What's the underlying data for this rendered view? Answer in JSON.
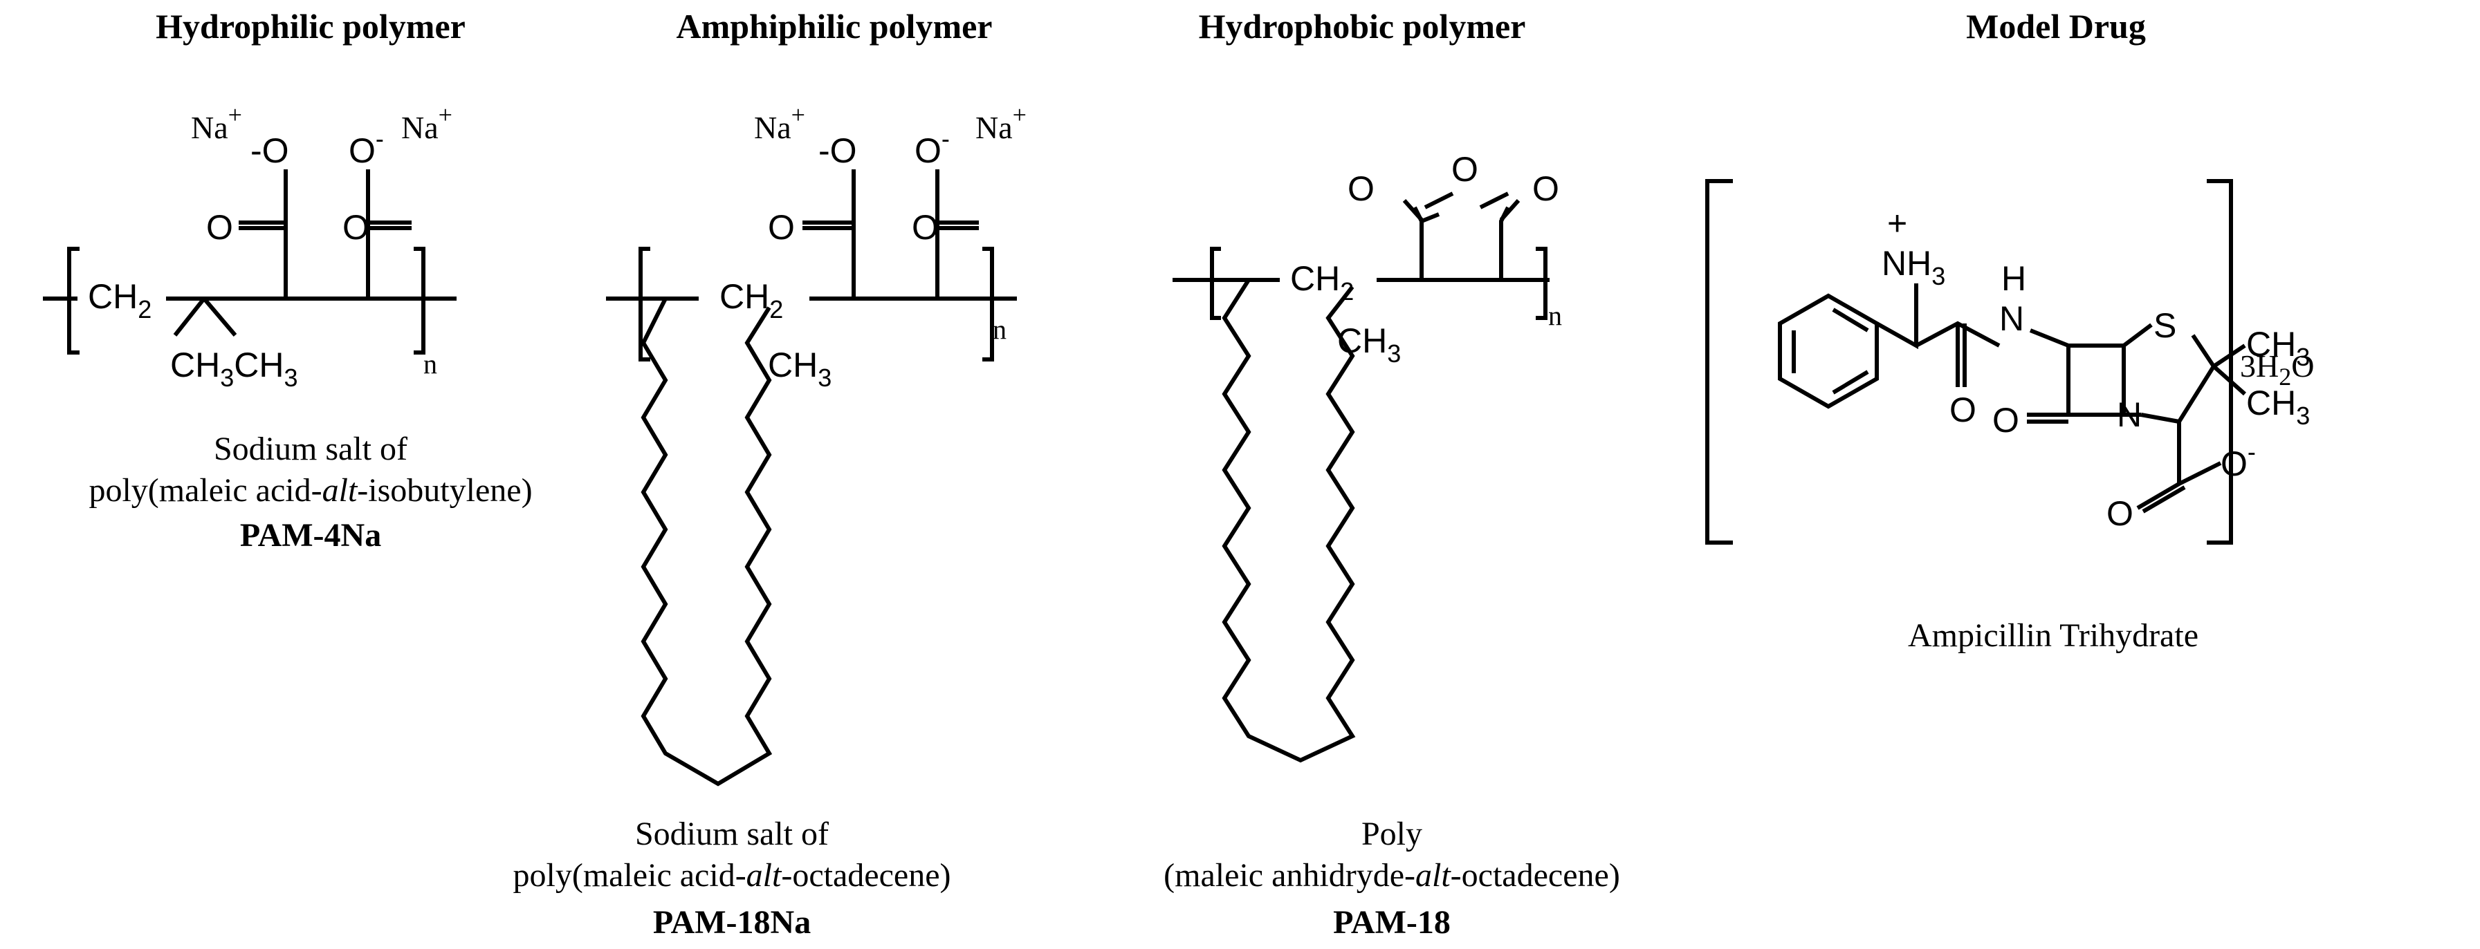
{
  "headers": {
    "hydrophilic": "Hydrophilic polymer",
    "amphiphilic": "Amphiphilic polymer",
    "hydrophobic": "Hydrophobic polymer",
    "model_drug": "Model Drug"
  },
  "pam4na": {
    "na_left": "Na",
    "o_minus_left": "-O",
    "o_minus_right": "O",
    "na_right": "Na",
    "charge_plus": "+",
    "charge_minus": "-",
    "carbonyl_o": "O",
    "ch2": "CH",
    "sub2": "2",
    "ch3ch3": "CH",
    "sub3": "3",
    "repeat_n": "n",
    "caption_line1": "Sodium salt of",
    "caption_line2_a": "poly(maleic acid-",
    "caption_line2_alt": "alt",
    "caption_line2_b": "-isobutylene)",
    "code": "PAM-4Na"
  },
  "pam18na": {
    "na_left": "Na",
    "o_minus_left": "-O",
    "o_minus_right": "O",
    "na_right": "Na",
    "charge_plus": "+",
    "charge_minus": "-",
    "carbonyl_o": "O",
    "ch2": "CH",
    "sub2": "2",
    "ch3": "CH",
    "sub3": "3",
    "repeat_n": "n",
    "caption_line1": "Sodium salt of",
    "caption_line2_a": "poly(maleic acid-",
    "caption_line2_alt": "alt",
    "caption_line2_b": "-octadecene)",
    "code": "PAM-18Na"
  },
  "pam18": {
    "ring_o": "O",
    "carbonyl_o": "O",
    "ch2": "CH",
    "sub2": "2",
    "ch3": "CH",
    "sub3": "3",
    "repeat_n": "n",
    "caption_line1": "Poly",
    "caption_line2_a": "(maleic anhidryde-",
    "caption_line2_alt": "alt",
    "caption_line2_b": "-octadecene)",
    "code": "PAM-18"
  },
  "drug": {
    "charge_plus": "+",
    "charge_minus": "-",
    "nh": "NH",
    "sub3": "3",
    "h": "H",
    "n": "N",
    "s": "S",
    "o": "O",
    "ch3": "CH",
    "hydrate_3h": "3H",
    "hydrate_2": "2",
    "hydrate_o": "O",
    "name": "Ampicillin Trihydrate"
  }
}
